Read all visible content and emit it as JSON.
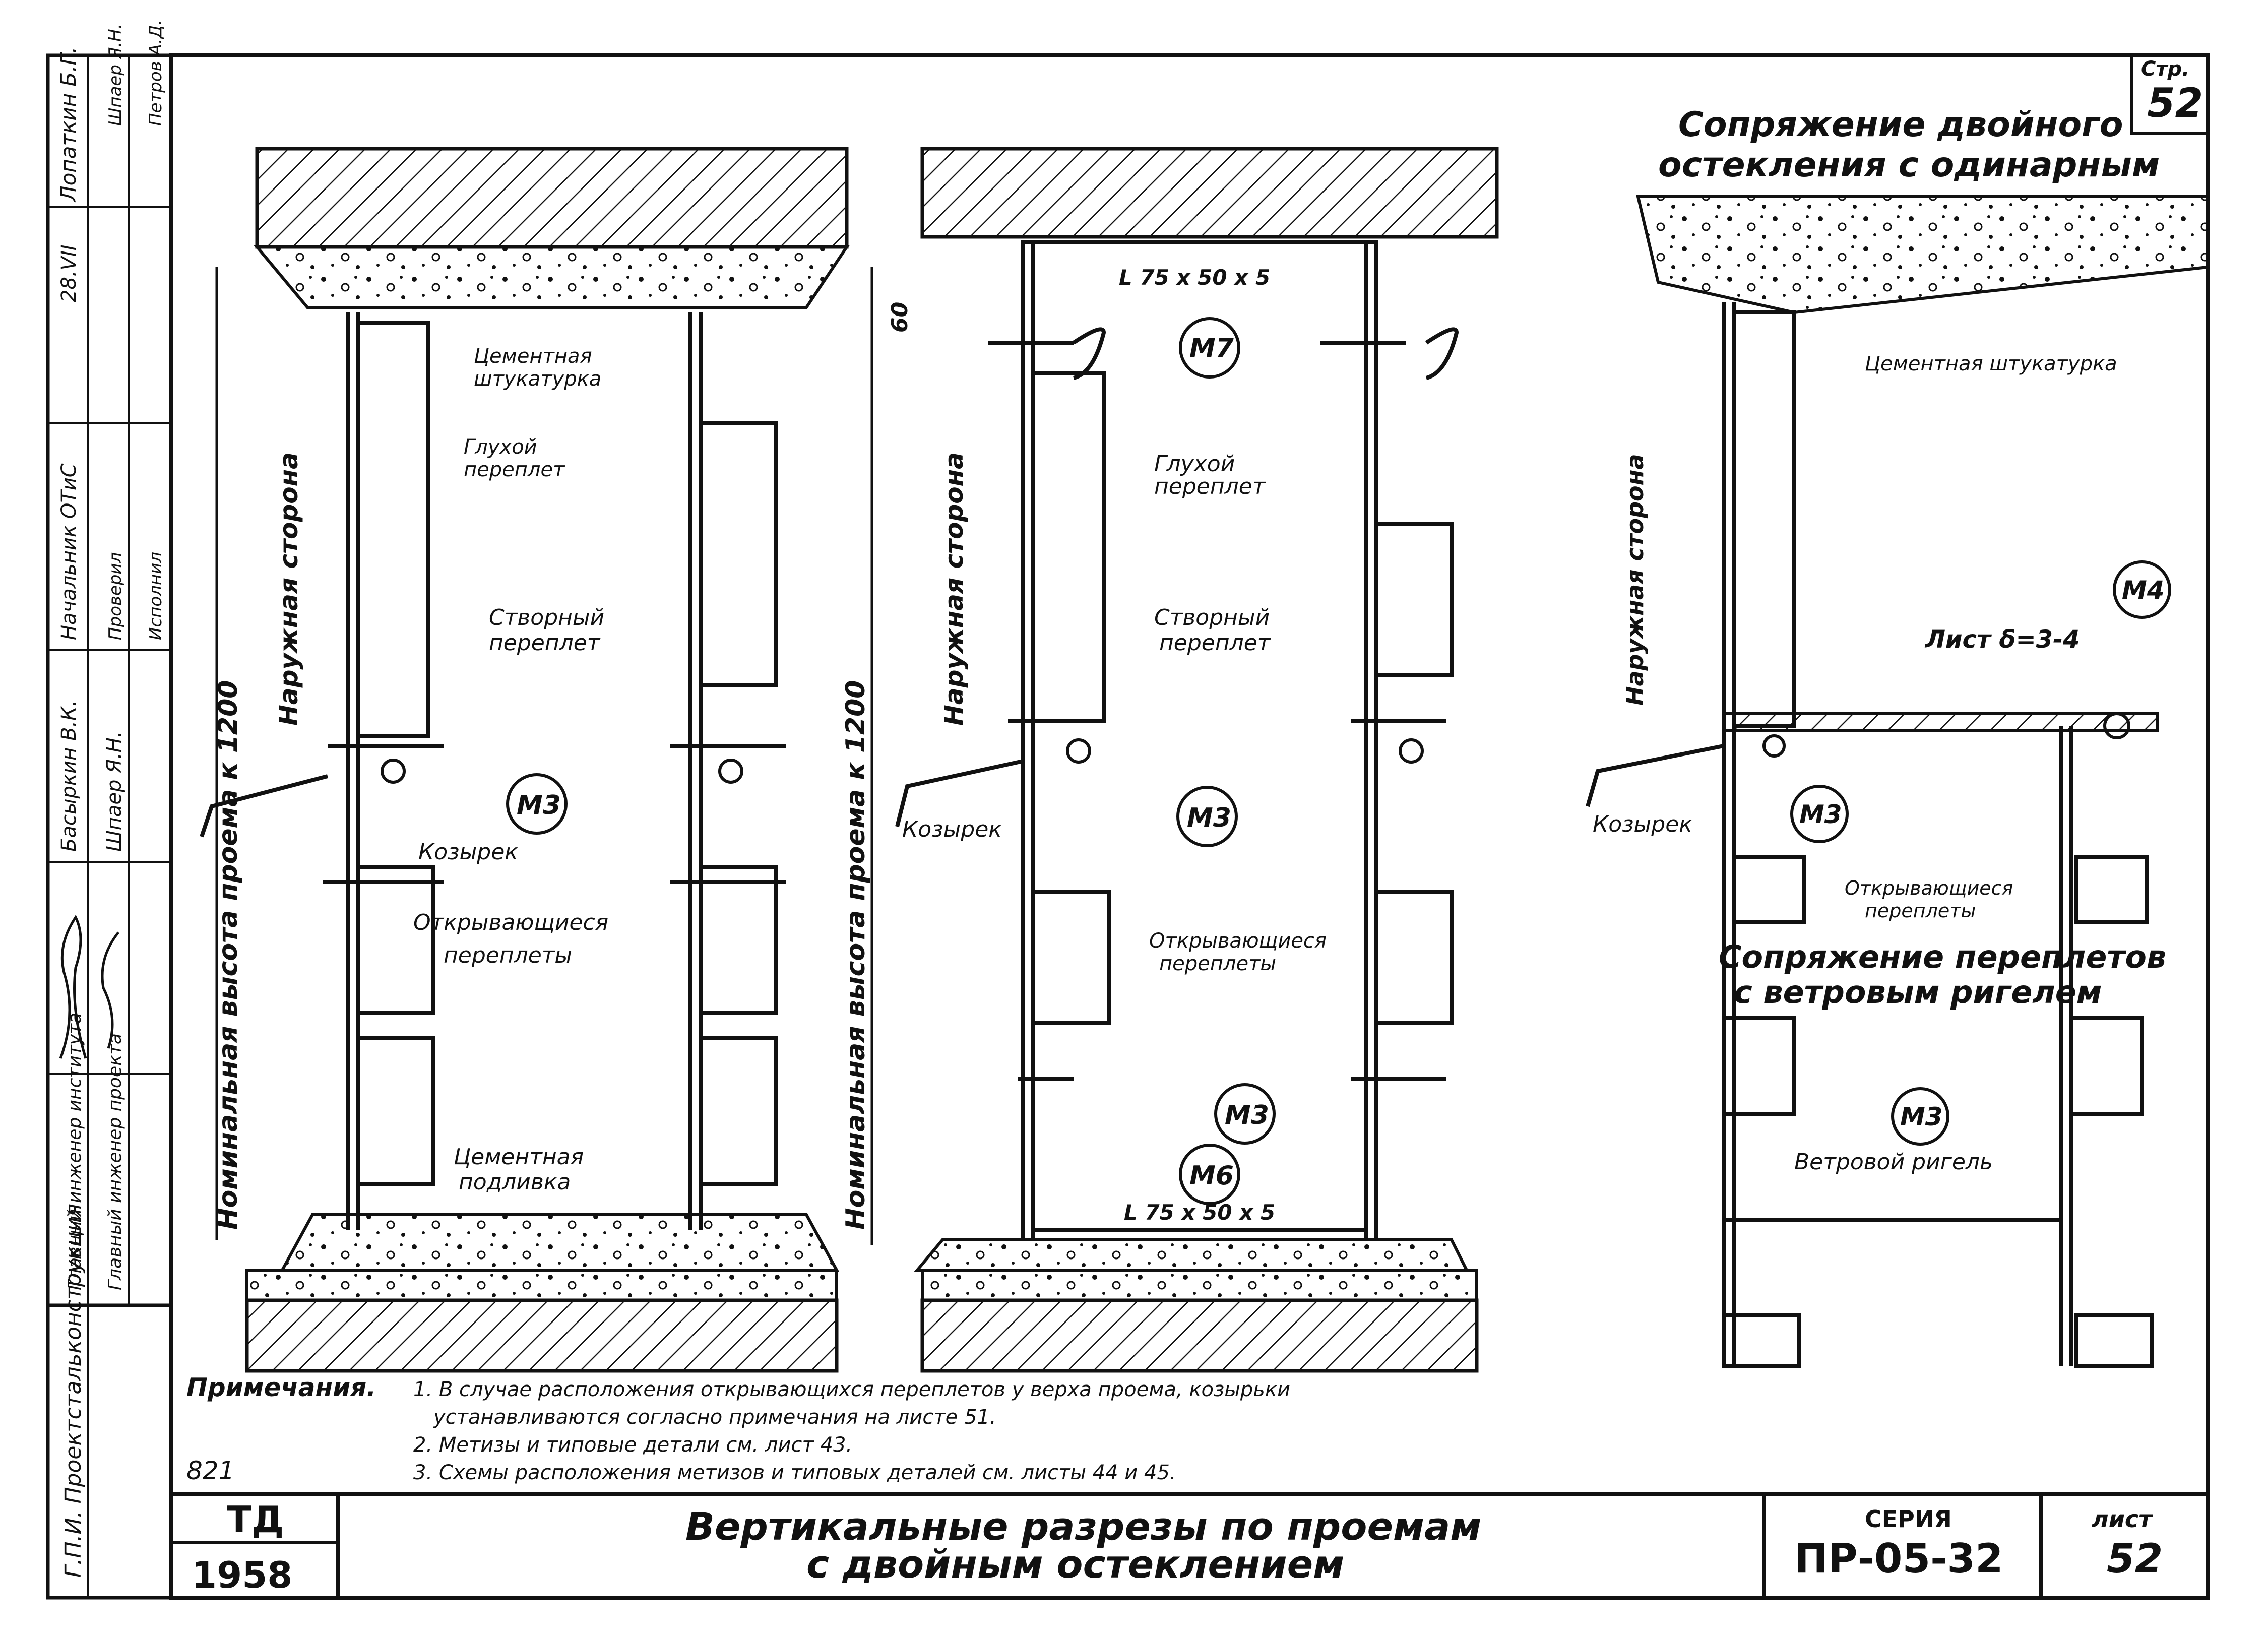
{
  "page_number_box": {
    "label": "Стр.",
    "number": "52"
  },
  "headings": {
    "double_single": [
      "Сопряжение двойного",
      "остекления с одинарным"
    ],
    "wind_rail": [
      "Сопряжение переплетов",
      "с ветровым ригелем"
    ]
  },
  "section1": {
    "dim_vertical": "Номинальная высота проема к 1200",
    "outer_side": "Наружная сторона",
    "cement_plaster": [
      "Цементная",
      "штукатурка"
    ],
    "blind_sash": [
      "Глухой",
      "переплет"
    ],
    "casement_sash": [
      "Створный",
      "переплет"
    ],
    "marker_m3": "М3",
    "visor": "Козырек",
    "opening_sashes": [
      "Открывающиеся",
      "переплеты"
    ],
    "cement_grout": [
      "Цементная",
      "подливка"
    ]
  },
  "section2": {
    "dim_vertical": "Номинальная высота проема к 1200",
    "dim_60": "60",
    "outer_side": "Наружная сторона",
    "angle_top": "L 75 x 50 x 5",
    "marker_m7": "М7",
    "blind_sash": [
      "Глухой",
      "переплет"
    ],
    "casement_sash": [
      "Створный",
      "переплет"
    ],
    "marker_m3": "М3",
    "visor": "Козырек",
    "opening_sashes": [
      "Открывающиеся",
      "переплеты"
    ],
    "marker_m3_lower": "М3",
    "marker_m6": "М6",
    "angle_bottom": "L 75 x 50 x 5"
  },
  "section3": {
    "cement_plaster": "Цементная штукатурка",
    "outer_side": "Наружная сторона",
    "marker_m4": "М4",
    "sheet": "Лист δ=3-4",
    "visor": "Козырек",
    "marker_m3": "М3",
    "opening_sashes": [
      "Открывающиеся",
      "переплеты"
    ],
    "marker_m3_lower": "М3",
    "wind_rail": "Ветровой ригель"
  },
  "notes": {
    "heading": "Примечания.",
    "items": [
      "1. В случае расположения открывающихся переплетов у верха проема, козырьки",
      "устанавливаются согласно примечания на листе 51.",
      "2. Метизы и типовые детали см. лист 43.",
      "3. Схемы расположения метизов и типовых деталей см. листы 44 и 45."
    ],
    "number_821": "821"
  },
  "side_stamp": {
    "col1": [
      "Г.П.И. Проектстальконструкция",
      "Главный инженер института",
      "Главный инженер проекта"
    ],
    "col_signs": [
      "Лопаткин Б.Г.",
      "Шпаер Я.Н.",
      "Петров А.Д.",
      "Начальник ОТиС",
      "Проверил",
      "Исполнил",
      "Басыркин В.К.",
      "Шпаер Я.Н."
    ],
    "date": "28.VII"
  },
  "title_block": {
    "logo": "ТД",
    "year": "1958",
    "title_line1": "Вертикальные разрезы по проемам",
    "title_line2": "с двойным остеклением",
    "series_label": "СЕРИЯ",
    "series_value": "ПР-05-32",
    "sheet_label": "лист",
    "sheet_value": "52"
  }
}
